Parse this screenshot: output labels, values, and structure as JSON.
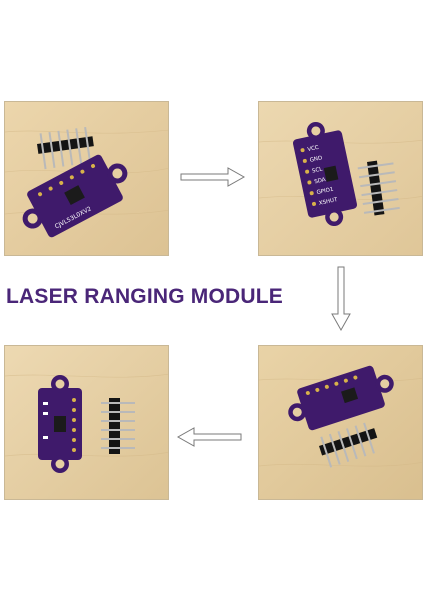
{
  "title": "LASER RANGING MODULE",
  "colors": {
    "title": "#4a2678",
    "board": "#3f1a6b",
    "wood": "#e6cfa2",
    "arrow": "#7a7a7a"
  },
  "board": {
    "model": "CJVL53L0XV2",
    "pins": [
      "VCC",
      "GND",
      "SCL",
      "SDA",
      "GPIO1",
      "XSHUT"
    ]
  },
  "icons": {
    "arrow_1": "arrow-right-icon",
    "arrow_2": "arrow-down-icon",
    "arrow_3": "arrow-left-icon"
  }
}
